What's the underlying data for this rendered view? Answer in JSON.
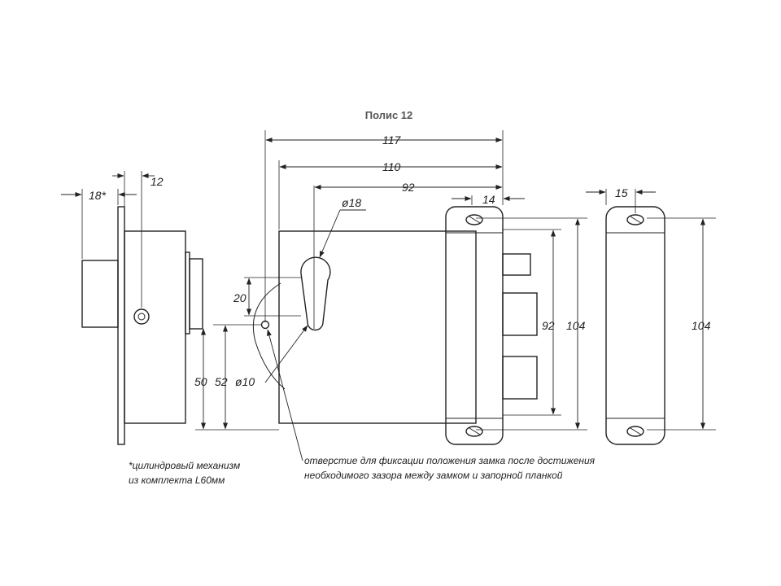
{
  "title": "Полис 12",
  "dimensions": {
    "d117": "117",
    "d110": "110",
    "d92_top": "92",
    "d14": "14",
    "d15": "15",
    "d18": "18*",
    "d12": "12",
    "dia18": "ø18",
    "d20": "20",
    "d50": "50",
    "d52": "52",
    "dia10": "ø10",
    "d92_right": "92",
    "d104_main": "104",
    "d104_strike": "104"
  },
  "notes": {
    "cylinder_line1": "*цилиндровый механизм",
    "cylinder_line2": "из комплекта L60мм",
    "hole_line1": "отверстие для фиксации положения замка после достижения",
    "hole_line2": "необходимого зазора между замком и запорной планкой"
  }
}
